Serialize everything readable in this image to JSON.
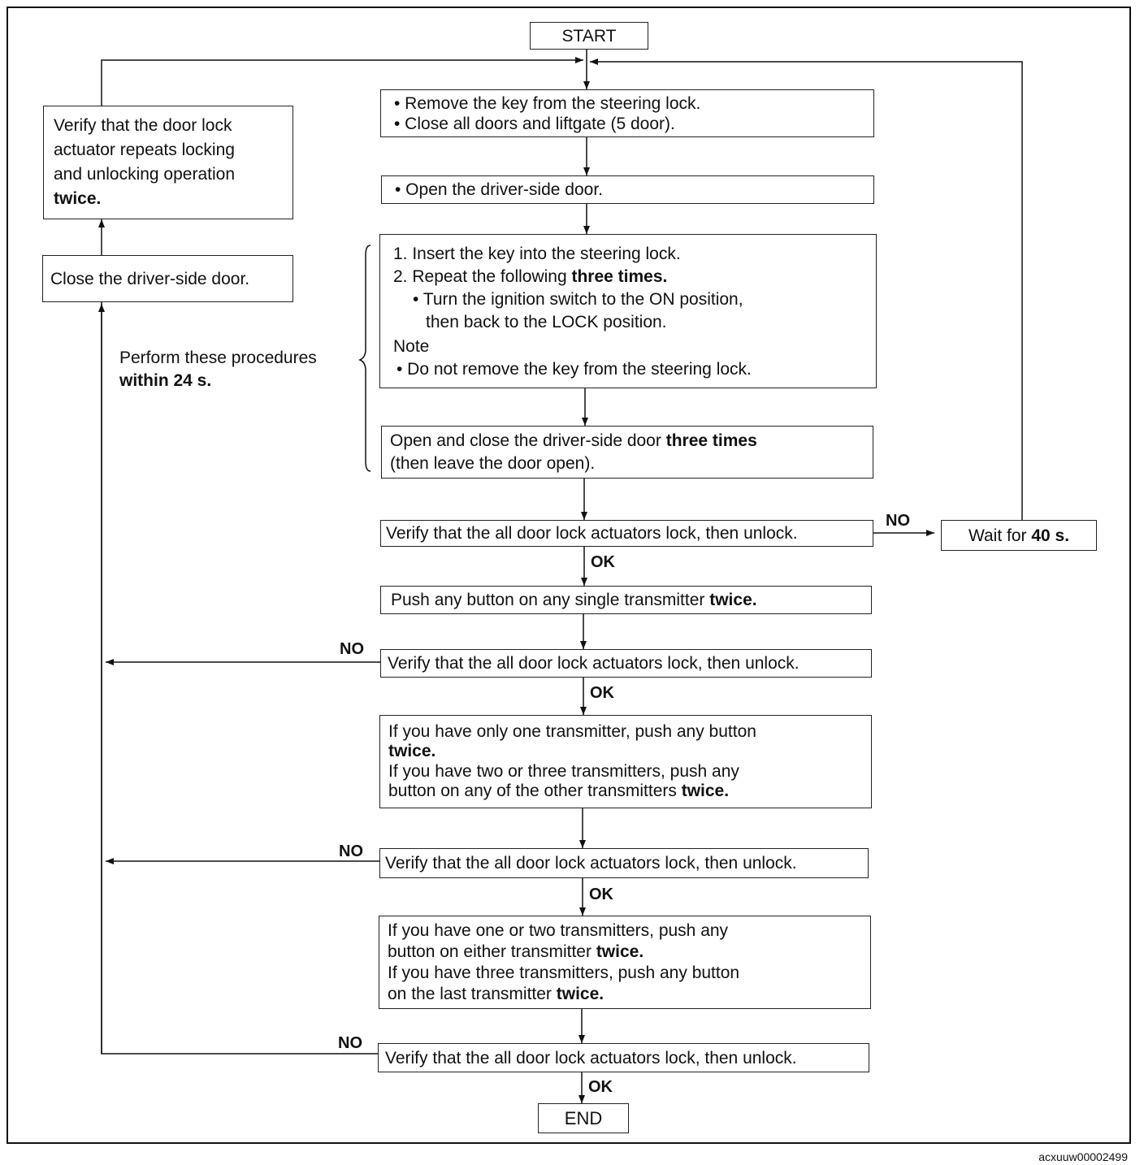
{
  "terminals": {
    "start": "START",
    "end": "END"
  },
  "steps": {
    "remove_key": [
      "• Remove the key from  the steering lock.",
      "• Close all doors and liftgate (5 door)."
    ],
    "open_door": "• Open the driver-side door.",
    "insert_key": {
      "line1": "1. Insert the key into the steering lock.",
      "line2_pre": "2. Repeat the following ",
      "line2_bold": "three times.",
      "line3": "• Turn the ignition switch to the ON position,",
      "line4": "then back to the LOCK position.",
      "note_title": "Note",
      "note_text": "• Do not remove the key from the steering lock."
    },
    "open_close": {
      "line1_pre": "Open and close the driver-side door ",
      "line1_bold": "three times",
      "line2": "(then leave the door open)."
    },
    "verify_1": "Verify that the all door lock actuators lock, then unlock.",
    "wait": {
      "pre": "Wait for ",
      "bold": "40 s."
    },
    "push_any": {
      "pre": "Push any button on any single transmitter ",
      "bold": "twice."
    },
    "verify_2": "Verify that the all door lock actuators lock, then unlock.",
    "one_transmitter": {
      "line1": "If you have only one transmitter, push any button",
      "line2_bold": "twice.",
      "line3": "If you have two or three transmitters, push any",
      "line4_pre": "button on any of the other transmitters ",
      "line4_bold": "twice."
    },
    "verify_3": "Verify that the all door lock actuators lock, then unlock.",
    "two_transmitters": {
      "line1": "If you have one or two transmitters, push any",
      "line2_pre": "button on either transmitter ",
      "line2_bold": "twice.",
      "line3": "If you have three transmitters, push any button",
      "line4_pre": "on the last transmitter ",
      "line4_bold": "twice."
    },
    "verify_4": "Verify that the all door lock actuators lock, then unlock.",
    "close_door": "Close the driver-side door.",
    "verify_repeat": {
      "line1": "Verify that the door lock",
      "line2": "actuator repeats locking",
      "line3": "and unlocking operation",
      "line4_bold": "twice."
    }
  },
  "annotation": {
    "line1": "Perform these procedures",
    "line2_bold": "within 24 s."
  },
  "labels": {
    "ok": "OK",
    "no": "NO"
  },
  "ref_code": "acxuuw00002499"
}
